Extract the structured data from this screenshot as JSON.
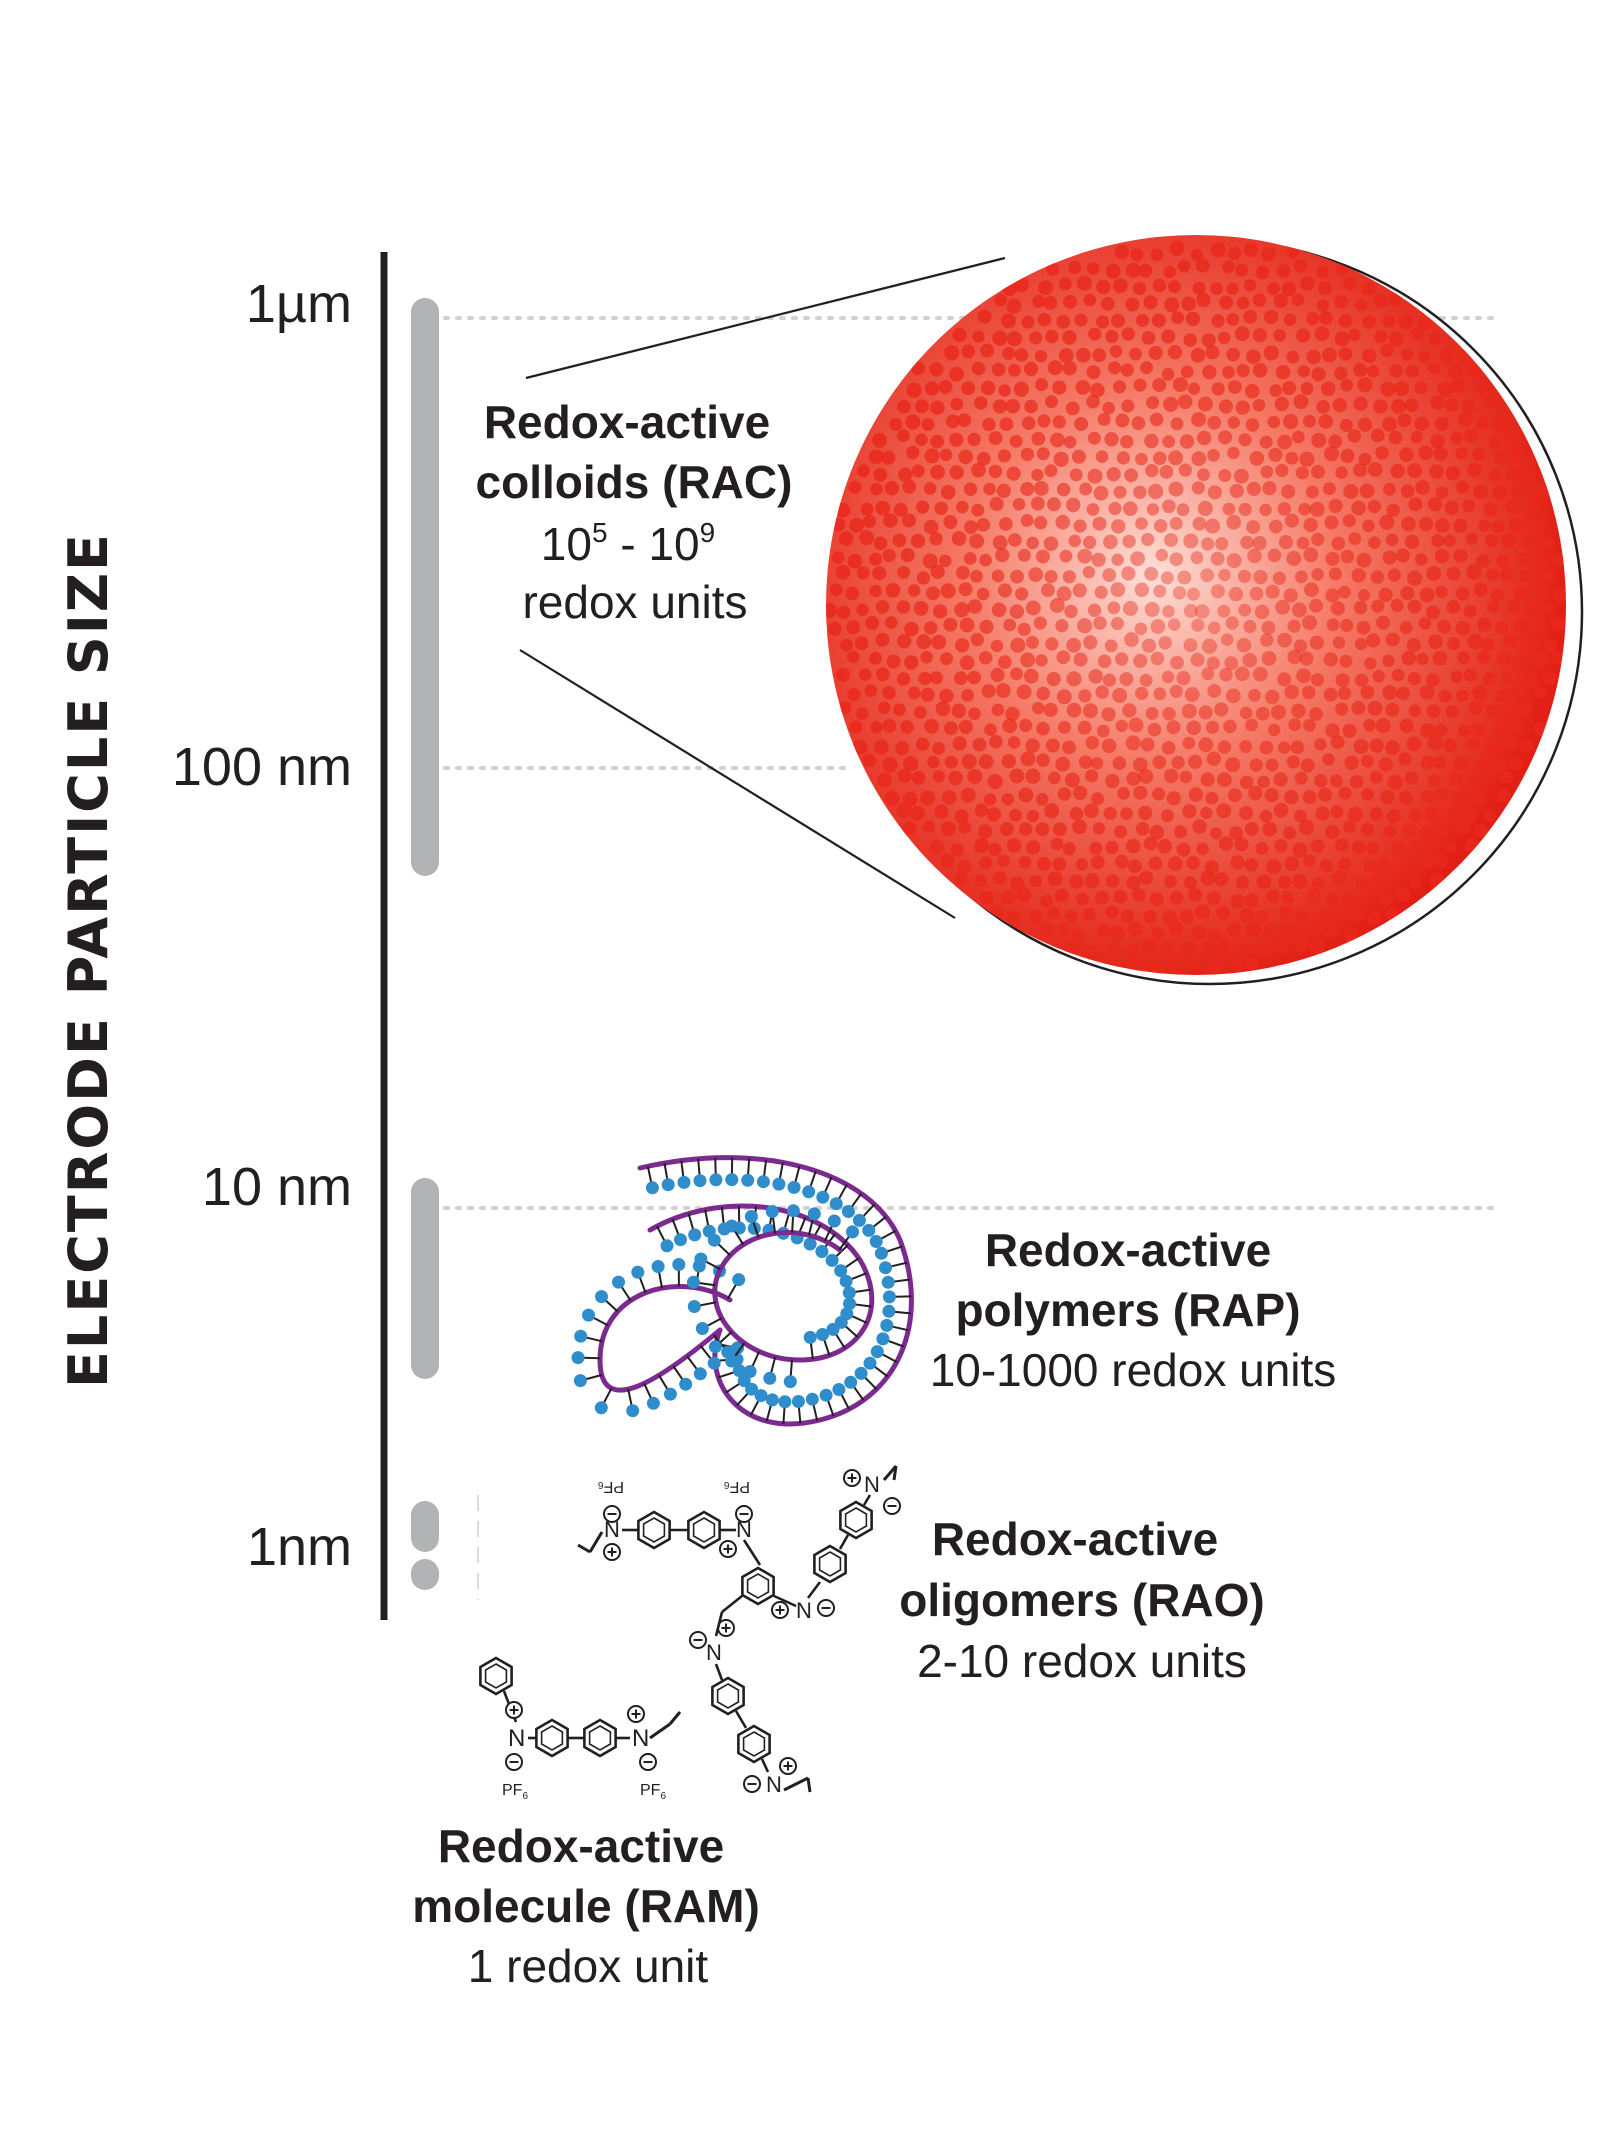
{
  "axis": {
    "label": "ELECTRODE PARTICLE SIZE",
    "ticks": [
      "1µm",
      "100 nm",
      "10 nm",
      "1nm"
    ]
  },
  "categories": {
    "rac": {
      "title_line1": "Redox-active",
      "title_line2": "colloids (RAC)",
      "range_base1": "10",
      "range_exp1": "5",
      "range_sep": " - ",
      "range_base2": "10",
      "range_exp2": "9",
      "units": "redox units"
    },
    "rap": {
      "title_line1": "Redox-active",
      "title_line2": "polymers (RAP)",
      "units": "10-1000 redox units"
    },
    "rao": {
      "title_line1": "Redox-active",
      "title_line2": "oligomers (RAO)",
      "units": "2-10 redox units"
    },
    "ram": {
      "title_line1": "Redox-active",
      "title_line2": "molecule (RAM)",
      "units": "1 redox unit"
    }
  },
  "chem_labels": {
    "n": "N",
    "plus": "+",
    "minus": "−",
    "counterion": "PF",
    "counterion_sub": "6"
  },
  "colors": {
    "axis_line": "#231f20",
    "range_bar": "#b1b3b5",
    "gridline": "#cfd1d3",
    "colloid_red": "#e8291c",
    "colloid_light": "#fde0d8",
    "polymer_backbone": "#7b2b8f",
    "polymer_bead": "#2f8dcc"
  },
  "icons": [
    "colloid-sphere",
    "polymer-coil",
    "oligomer-structure",
    "viologen-molecule"
  ]
}
